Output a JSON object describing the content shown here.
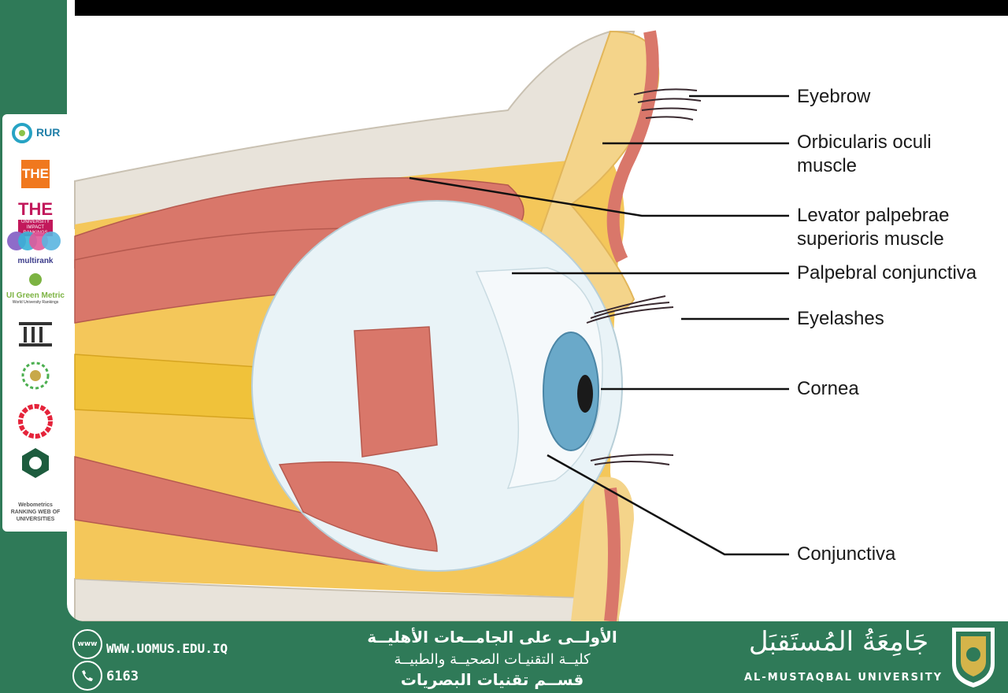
{
  "diagram": {
    "labels": {
      "eyebrow": "Eyebrow",
      "orbicularis_1": "Orbicularis oculi",
      "orbicularis_2": "muscle",
      "levator_1": "Levator palpebrae",
      "levator_2": "superioris muscle",
      "palpebral": "Palpebral conjunctiva",
      "eyelashes": "Eyelashes",
      "cornea": "Cornea",
      "conjunctiva": "Conjunctiva"
    },
    "colors": {
      "muscle": "#d9776a",
      "fat": "#f4c75a",
      "bone": "#e8e3da",
      "sclera": "#e9f3f7",
      "iris": "#6aa9c9",
      "nerve": "#f0c23a",
      "line": "#111111"
    }
  },
  "sidebar": {
    "rankings": [
      "RUR",
      "THE",
      "UNIVERSITY IMPACT RANKINGS",
      "multirank",
      "UI Green Metric",
      "World University Rankings",
      "Webometrics RANKING WEB OF UNIVERSITIES"
    ]
  },
  "footer": {
    "website": "WWW.UOMUS.EDU.IQ",
    "phone": "6163",
    "www_icon": "www",
    "line1": "الأولــى على الجامــعات الأهليــة",
    "line2": "كليــة التقنيـات الصحيــة والطبيــة",
    "line3": "قســم تقنيات البصريات",
    "univ_ar": "جَامِعَةُ المُستَقبَل",
    "univ_en": "AL-MUSTAQBAL UNIVERSITY"
  }
}
